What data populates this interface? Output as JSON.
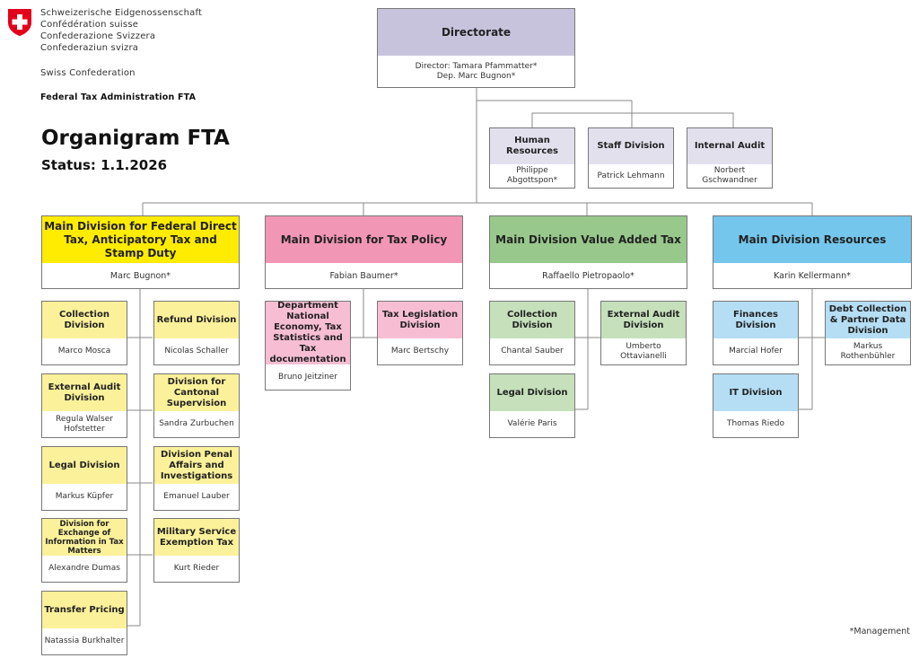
{
  "header": {
    "lines": [
      "Schweizerische Eidgenossenschaft",
      "Confédération suisse",
      "Confederazione Svizzera",
      "Confederaziun svizra"
    ],
    "confederation": "Swiss Confederation",
    "agency": "Federal Tax Administration FTA",
    "logo_icon": "swiss-shield-icon"
  },
  "title": "Organigram FTA",
  "status": "Status: 1.1.2026",
  "footnote": "*Management",
  "colors": {
    "directorate": "#c8c3dc",
    "staff": "#e3e0ee",
    "direct_tax_main": "#ffec00",
    "direct_tax_sub": "#fbf19a",
    "tax_policy_main": "#f296b6",
    "tax_policy_sub": "#f7bed3",
    "vat_main": "#98c88c",
    "vat_sub": "#c5e0bb",
    "resources_main": "#74c6ec",
    "resources_sub": "#b5def4"
  },
  "directorate": {
    "title": "Directorate",
    "director": "Director: Tamara Pfammatter*",
    "deputy": "Dep. Marc Bugnon*"
  },
  "staff_units": [
    {
      "title": "Human Resources",
      "head": "Philippe Abgottspon*"
    },
    {
      "title": "Staff Division",
      "head": "Patrick Lehmann"
    },
    {
      "title": "Internal Audit",
      "head": "Norbert Gschwandner"
    }
  ],
  "main_divisions": [
    {
      "title": "Main Division for Federal Direct Tax, Anticipatory Tax and Stamp Duty",
      "head": "Marc Bugnon*",
      "divisions": [
        {
          "title": "Collection Division",
          "head": "Marco Mosca"
        },
        {
          "title": "Refund Division",
          "head": "Nicolas Schaller"
        },
        {
          "title": "External Audit Division",
          "head": "Regula Walser Hofstetter"
        },
        {
          "title": "Division for Cantonal Supervision",
          "head": "Sandra Zurbuchen"
        },
        {
          "title": "Legal Division",
          "head": "Markus Küpfer"
        },
        {
          "title": "Division Penal Affairs and Investigations",
          "head": "Emanuel Lauber"
        },
        {
          "title": "Division for Exchange of Information in Tax Matters",
          "head": "Alexandre Dumas"
        },
        {
          "title": "Military Service Exemption Tax",
          "head": "Kurt Rieder"
        },
        {
          "title": "Transfer Pricing",
          "head": "Natassia Burkhalter"
        }
      ]
    },
    {
      "title": "Main Division for Tax Policy",
      "head": "Fabian Baumer*",
      "divisions": [
        {
          "title": "Department National Economy, Tax Statistics and Tax documentation",
          "head": "Bruno Jeitziner"
        },
        {
          "title": "Tax Legislation Division",
          "head": "Marc Bertschy"
        }
      ]
    },
    {
      "title": "Main Division Value Added Tax",
      "head": "Raffaello Pietropaolo*",
      "divisions": [
        {
          "title": "Collection Division",
          "head": "Chantal Sauber"
        },
        {
          "title": "External Audit Division",
          "head": "Umberto Ottavianelli"
        },
        {
          "title": "Legal Division",
          "head": "Valérie Paris"
        }
      ]
    },
    {
      "title": "Main Division Resources",
      "head": "Karin Kellermann*",
      "divisions": [
        {
          "title": "Finances Division",
          "head": "Marcial Hofer"
        },
        {
          "title": "Debt Collection & Partner Data Division",
          "head": "Markus Rothenbühler"
        },
        {
          "title": "IT Division",
          "head": "Thomas Riedo"
        }
      ]
    }
  ]
}
